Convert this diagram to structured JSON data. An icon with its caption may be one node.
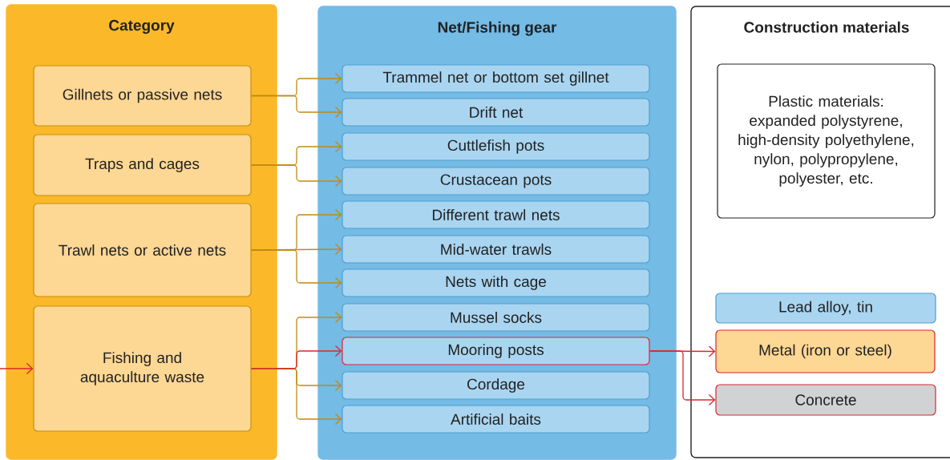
{
  "diagram": {
    "nodes": [
      {
        "text": [
          "Category"
        ]
      },
      {
        "text": [
          "Gillnets or passive nets"
        ],
        "in": 0
      },
      {
        "text": [
          "Traps and cages"
        ],
        "in": 0
      },
      {
        "text": [
          "Trawl nets or active nets"
        ],
        "in": 0
      },
      {
        "text": [
          "Fishing and aquaculture waste"
        ],
        "in": 0
      },
      {
        "text": [
          "Net/Fishing gear"
        ]
      },
      {
        "text": [
          "Trammel net or bottom set gillnet"
        ],
        "in": 5
      },
      {
        "text": [
          "Drift net"
        ],
        "in": 5
      },
      {
        "text": [
          "Cuttlefish pots"
        ],
        "in": 5
      },
      {
        "text": [
          "Crustacean pots"
        ],
        "in": 5
      },
      {
        "text": [
          "Different trawl nets"
        ],
        "in": 5
      },
      {
        "text": [
          "Mid-water trawls"
        ],
        "in": 5
      },
      {
        "text": [
          "Nets with cage"
        ],
        "in": 5
      },
      {
        "text": [
          "Mussel socks"
        ],
        "in": 5
      },
      {
        "text": [
          "Mooring posts"
        ],
        "in": 5
      },
      {
        "text": [
          "Cordage"
        ],
        "in": 5
      },
      {
        "text": [
          "Artificial baits"
        ],
        "in": 5
      },
      {
        "text": [
          "Construction materials"
        ]
      },
      {
        "text": [
          "Plastic materials: expanded polystyrene, high-density polyethylene, nylon, polypropylene, polyester, etc."
        ],
        "in": 17
      },
      {
        "text": [
          "Lead alloy, tin"
        ],
        "in": 17
      },
      {
        "text": [
          "Metal (iron or steel)"
        ],
        "in": 17
      },
      {
        "text": [
          "Concrete"
        ],
        "in": 17
      }
    ],
    "edges": [
      {
        "from": 1,
        "to": 6,
        "arrow": "to"
      },
      {
        "from": 1,
        "to": 7,
        "arrow": "to"
      },
      {
        "from": 2,
        "to": 8,
        "arrow": "to"
      },
      {
        "from": 2,
        "to": 9,
        "arrow": "to"
      },
      {
        "from": 3,
        "to": 10,
        "arrow": "to"
      },
      {
        "from": 3,
        "to": 11,
        "arrow": "to"
      },
      {
        "from": 3,
        "to": 12,
        "arrow": "to"
      },
      {
        "from": 4,
        "to": 13,
        "arrow": "to"
      },
      {
        "from": 4,
        "to": 14,
        "arrow": "to",
        "color": "#d7282f"
      },
      {
        "from": 4,
        "to": 15,
        "arrow": "to"
      },
      {
        "from": 4,
        "to": 16,
        "arrow": "to"
      },
      {
        "from": 14,
        "to": 20,
        "arrow": "to",
        "color": "#d7282f"
      },
      {
        "from": 14,
        "to": 21,
        "arrow": "to",
        "color": "#d7282f"
      },
      {
        "from": null,
        "to": 4,
        "arrow": "to",
        "color": "#d7282f"
      }
    ]
  }
}
